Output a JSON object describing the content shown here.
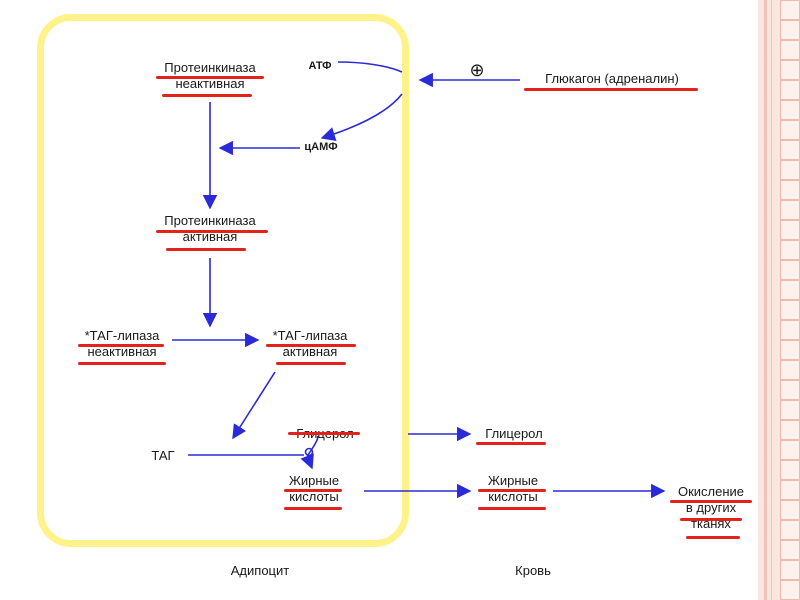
{
  "slide": {
    "colors": {
      "compartment_border": "#fff28a",
      "arrow": "#2a2ad8",
      "underline": "#e3231b",
      "frame": "#fbe6e0"
    }
  },
  "nodes": {
    "pk_inactive": {
      "line1": "Протеинкиназа",
      "line2": "неактивная"
    },
    "atp": "АТФ",
    "glucagon": "Глюкагон (адреналин)",
    "plus_sign": "⊕",
    "camp": "цАМФ",
    "pk_active": {
      "line1": "Протеинкиназа",
      "line2": "активная"
    },
    "tag_lipase_inactive": {
      "line1": "*ТАГ-липаза",
      "line2": "неактивная"
    },
    "tag_lipase_active": {
      "line1": "*ТАГ-липаза",
      "line2": "активная"
    },
    "tag": "ТАГ",
    "glycerol_cell": "Глицерол",
    "glycerol_blood": "Глицерол",
    "fatty_acids_cell": {
      "line1": "Жирные",
      "line2": "кислоты"
    },
    "fatty_acids_blood": {
      "line1": "Жирные",
      "line2": "кислоты"
    },
    "oxidation": {
      "line1": "Окисление",
      "line2": "в других",
      "line3": "тканях"
    }
  },
  "compartments": {
    "cell": "Адипоцит",
    "blood": "Кровь"
  }
}
